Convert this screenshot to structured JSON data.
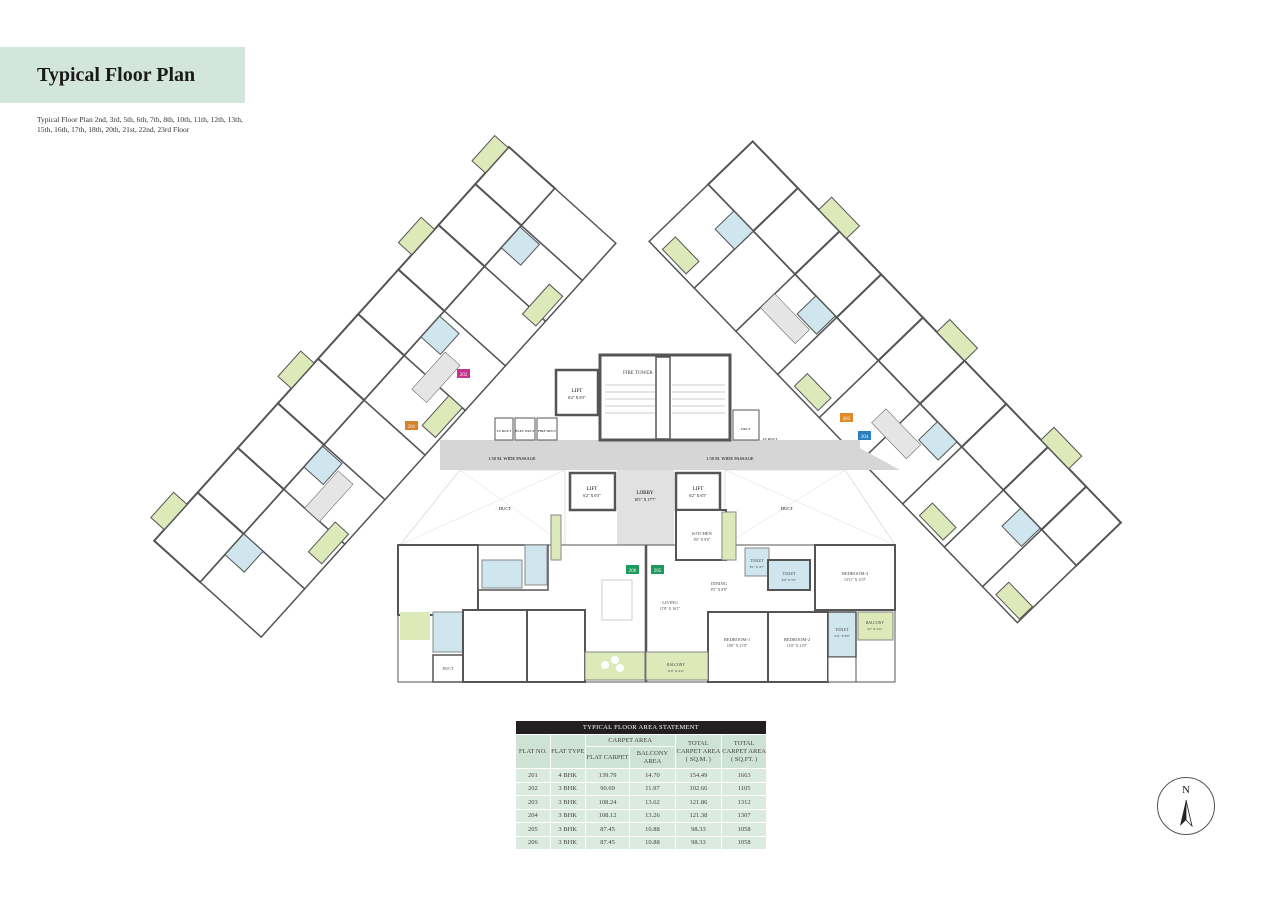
{
  "header": {
    "title": "Typical Floor Plan",
    "subtitle": "Typical Floor Plan 2nd, 3rd, 5th, 6th, 7th, 8th, 10th, 11th, 12th, 13th, 15th, 16th, 17th, 18th, 20th, 21st, 22nd, 23rd  Floor"
  },
  "units": [
    {
      "no": "201",
      "color": "#d9822b"
    },
    {
      "no": "202",
      "color": "#c4338e"
    },
    {
      "no": "203",
      "color": "#e08a2a"
    },
    {
      "no": "204",
      "color": "#2a7fc1"
    },
    {
      "no": "205",
      "color": "#1e9a5a"
    },
    {
      "no": "206",
      "color": "#1e9a5a"
    }
  ],
  "core": {
    "fire_tower": "FIRE TOWER",
    "lift_top": "LIFT",
    "lift_top_size": "6'2\" X 6'5\"",
    "lift_left": "LIFT",
    "lift_left_size": "6'2\" X 6'5\"",
    "lift_right": "LIFT",
    "lift_right_size": "6'2\" X 6'5\"",
    "lobby": "LOBBY",
    "lobby_size": "10'1\" X 17'7\"",
    "passage_left": "1.50 M. WIDE PASSAGE",
    "passage_right": "1.50 M. WIDE PASSAGE",
    "duct_left": "DUCT",
    "duct_right": "DUCT",
    "duct_bottom": "DUCT",
    "ducts": [
      "LV DUCT",
      "ELEC DUCT",
      "FIRE DUCT",
      "DUCT",
      "LV DUCT"
    ]
  },
  "flat205": {
    "kitchen": "KITCHEN",
    "kitchen_size": "8'0\" X 9'0\"",
    "dining": "DINING",
    "dining_size": "8'5\" X 8'8\"",
    "living": "LIVING",
    "living_size": "11'8\" X 16'1\"",
    "toilet1": "TOILET",
    "toilet1_size": "8'1\" X 4'7\"",
    "toilet2": "TOILET",
    "toilet2_size": "8'0\" X 5'0\"",
    "toilet3": "TOILET",
    "toilet3_size": "4'11\" X 8'0\"",
    "bedroom1": "BEDROOM-1",
    "bedroom1_size": "10'0\" X 11'0\"",
    "bedroom2": "BEDROOM-2",
    "bedroom2_size": "11'0\" X 11'0\"",
    "bedroom3": "BEDROOM-3",
    "bedroom3_size": "13'11\" X 11'0\"",
    "balcony1": "BALCONY",
    "balcony1_size": "11'8\" X 4'11\"",
    "balcony2": "BALCONY",
    "balcony2_size": "4'2\" X 4'11\""
  },
  "area_table": {
    "caption": "TYPICAL FLOOR AREA STATEMENT",
    "headers": {
      "flat_no": "FLAT NO.",
      "flat_type": "FLAT TYPE",
      "carpet_area": "CARPET AREA",
      "flat_carpet": "FLAT CARPET",
      "balcony_area": "BALCONY AREA",
      "total_sqm": "TOTAL CARPET AREA ( SQ.M. )",
      "total_sqft": "TOTAL CARPET AREA ( SQ.FT. )"
    },
    "rows": [
      [
        "201",
        "4 BHK",
        "139.79",
        "14.70",
        "154.49",
        "1663"
      ],
      [
        "202",
        "3 BHK",
        "90.69",
        "11.97",
        "102.66",
        "1105"
      ],
      [
        "203",
        "3 BHK",
        "108.24",
        "13.62",
        "121.86",
        "1312"
      ],
      [
        "204",
        "3 BHK",
        "108.12",
        "13.26",
        "121.38",
        "1307"
      ],
      [
        "205",
        "3 BHK",
        "87.45",
        "10.88",
        "98.33",
        "1058"
      ],
      [
        "206",
        "3 BHK",
        "87.45",
        "10.88",
        "98.33",
        "1058"
      ]
    ]
  },
  "compass": {
    "label": "N"
  }
}
